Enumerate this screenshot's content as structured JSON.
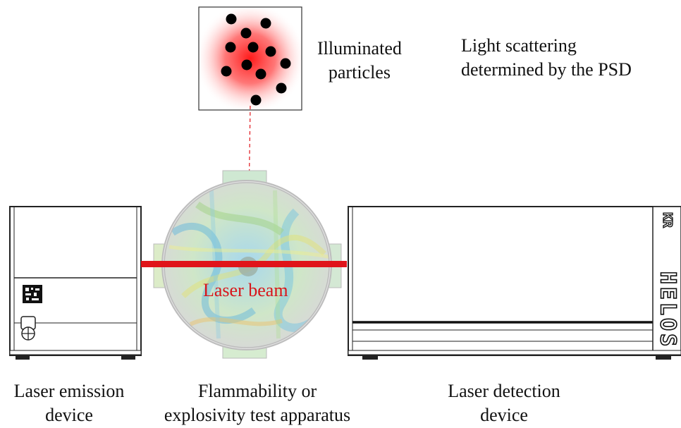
{
  "labels": {
    "illuminated": [
      "Illuminated",
      "particles"
    ],
    "scattering": [
      "Light scattering",
      "determined by the PSD"
    ],
    "laser_beam": "Laser beam",
    "emission": [
      "Laser emission",
      "device"
    ],
    "apparatus": [
      "Flammability or",
      "explosivity test apparatus"
    ],
    "detection": [
      "Laser detection",
      "device"
    ]
  },
  "device_brand": "HELOS",
  "device_model": "KR",
  "particle_count": 11,
  "colors": {
    "laser": "#e0141a",
    "laser_text": "#d8151a",
    "particle": "#000000",
    "glow": "#ff1a1a",
    "outline": "#222222"
  }
}
